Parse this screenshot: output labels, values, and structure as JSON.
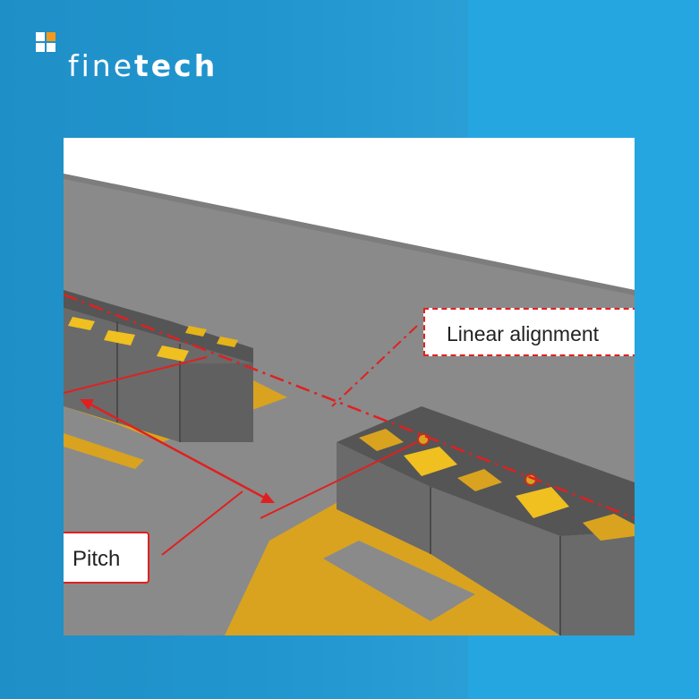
{
  "brand": {
    "name_light": "fine",
    "name_bold": "tech",
    "logo_icon": "four-squares-logo-icon",
    "colors": {
      "bg_left": "#1f8fc7",
      "bg_right": "#26a6e0",
      "accent_orange": "#f39a1e",
      "text": "#ffffff"
    }
  },
  "illustration": {
    "labels": {
      "linear_alignment": "Linear alignment",
      "pitch": "Pitch"
    },
    "colors": {
      "floor": "#8a8a8a",
      "block_top": "#555555",
      "block_side": "#6e6e6e",
      "pad": "#f0c020",
      "trace": "#d9a320",
      "guide": "#e02020"
    }
  }
}
